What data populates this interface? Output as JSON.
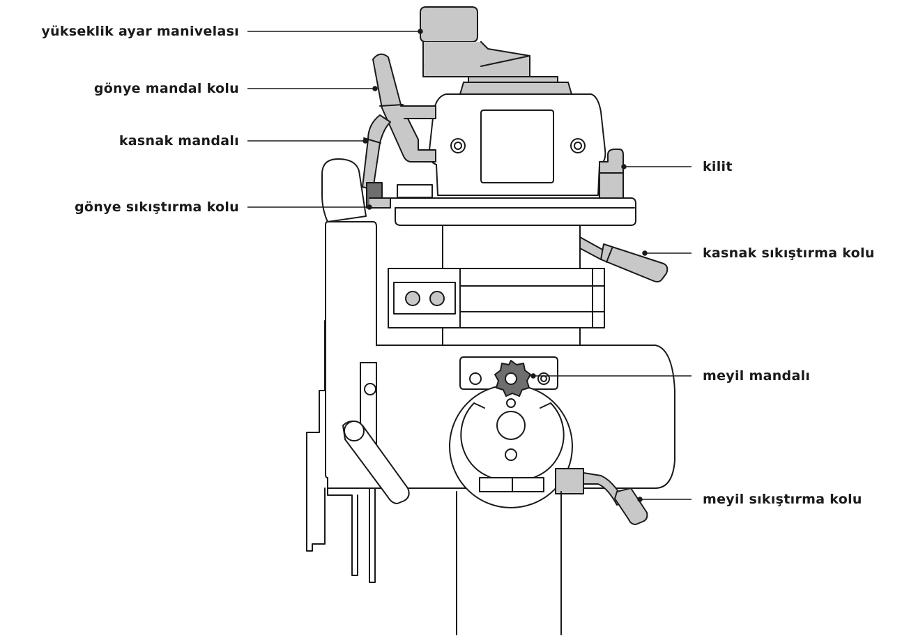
{
  "labels": {
    "height_crank": "yükseklik ayar manivelası",
    "miter_latch_lever": "gönye mandal kolu",
    "pulley_latch": "kasnak mandalı",
    "miter_clamp_lever": "gönye sıkıştırma kolu",
    "lock": "kilit",
    "pulley_clamp_lever": "kasnak sıkıştırma kolu",
    "tilt_latch": "meyil mandalı",
    "tilt_clamp_lever": "meyil sıkıştırma kolu"
  },
  "colors": {
    "line": "#1a1a1a",
    "fill_gray": "#c8c8c8",
    "fill_dark": "#6e6e6e",
    "fill_light": "#e6e6e6",
    "bg": "#ffffff"
  }
}
